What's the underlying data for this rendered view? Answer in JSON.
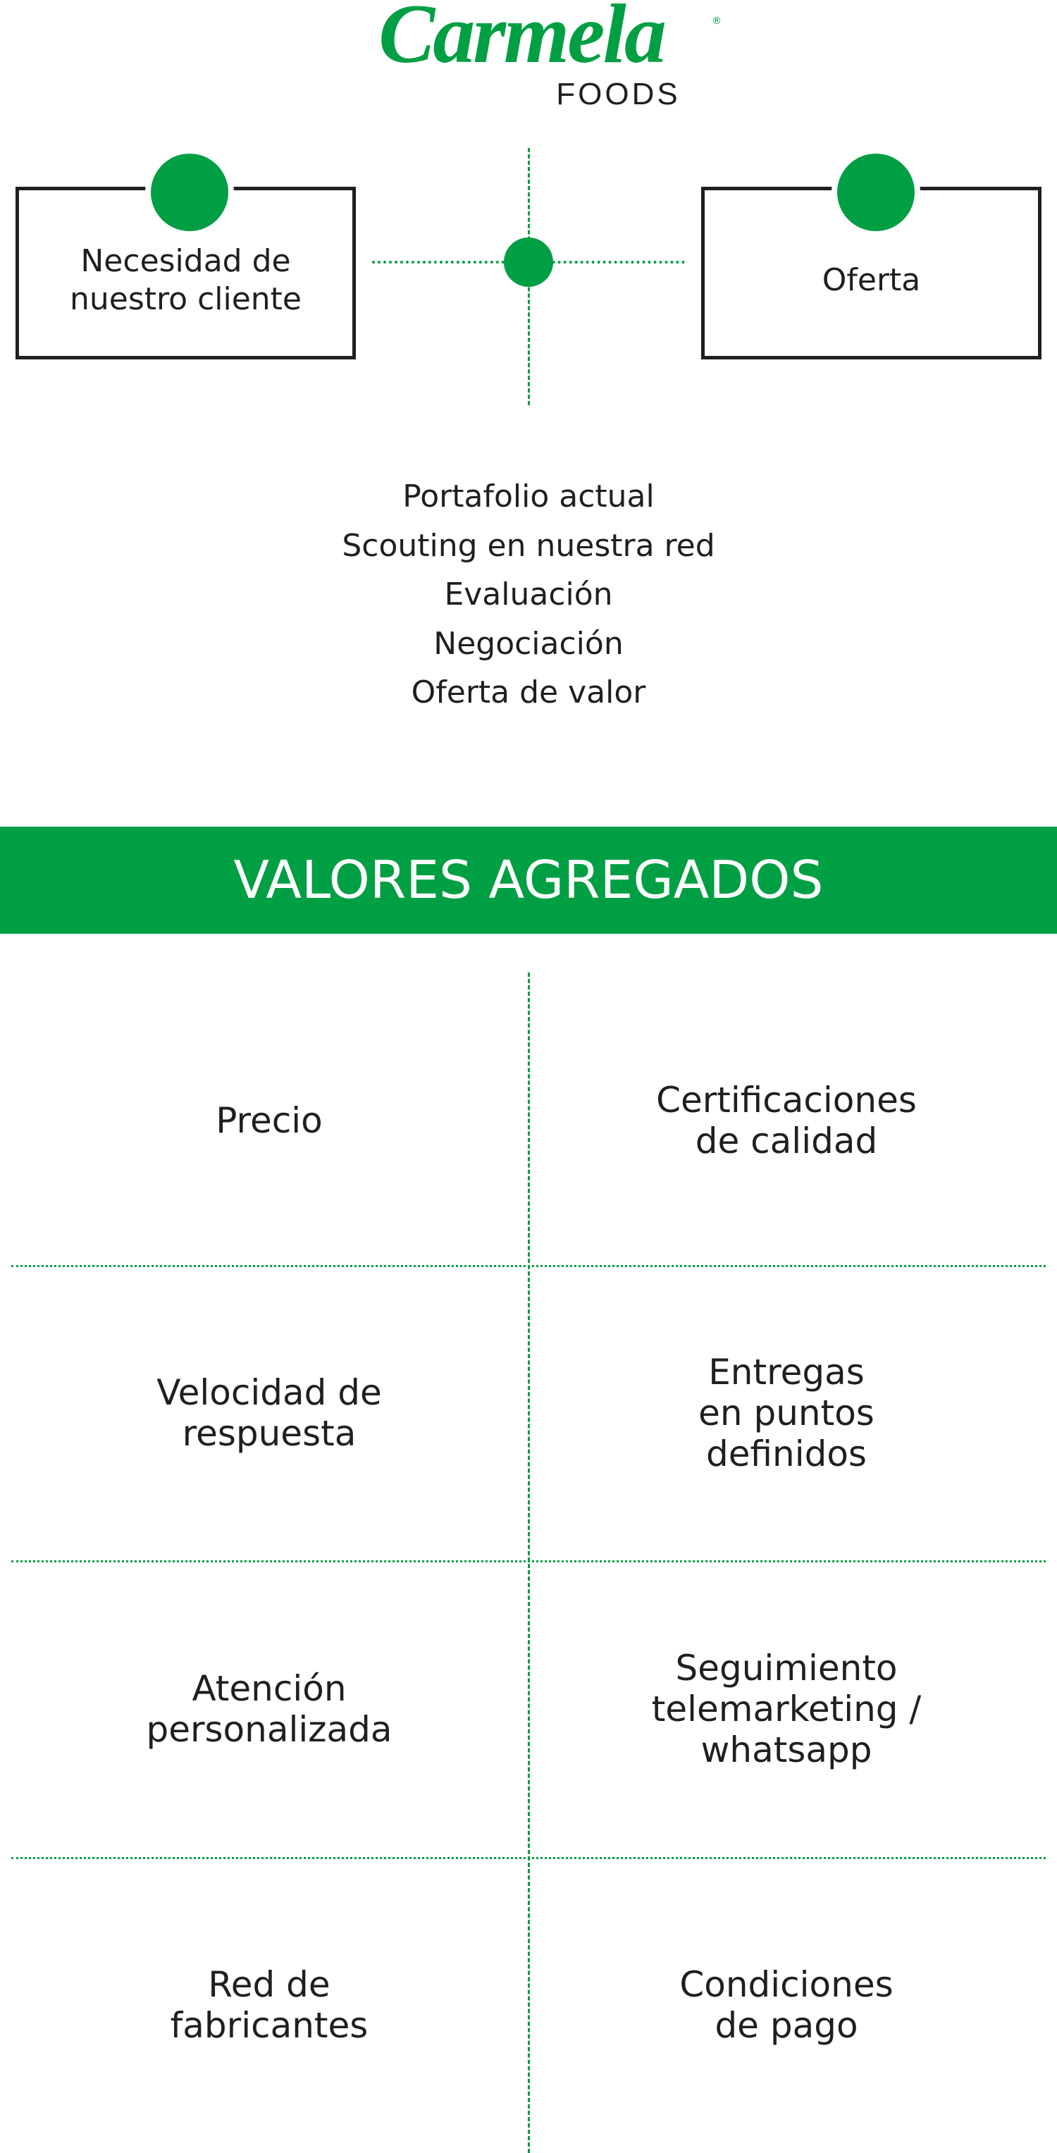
{
  "logo": {
    "brand": "Carmela",
    "registered": "®",
    "sub": "FOODS"
  },
  "flow": {
    "left_box": "Necesidad de\nnuestro cliente",
    "right_box": "Oferta"
  },
  "steps": [
    "Portafolio actual",
    "Scouting en nuestra red",
    "Evaluación",
    "Negociación",
    "Oferta de valor"
  ],
  "section_title": "VALORES AGREGADOS",
  "values": [
    {
      "left": "Precio",
      "right": "Certificaciones\nde calidad"
    },
    {
      "left": "Velocidad de\nrespuesta",
      "right": "Entregas\nen puntos\ndefinidos"
    },
    {
      "left": "Atención\npersonalizada",
      "right": "Seguimiento\ntelemarketing /\nwhatsapp"
    },
    {
      "left": "Red de\nfabricantes",
      "right": "Condiciones\nde pago"
    }
  ],
  "colors": {
    "brand_green": "#009f43",
    "text": "#1f1f1f"
  }
}
